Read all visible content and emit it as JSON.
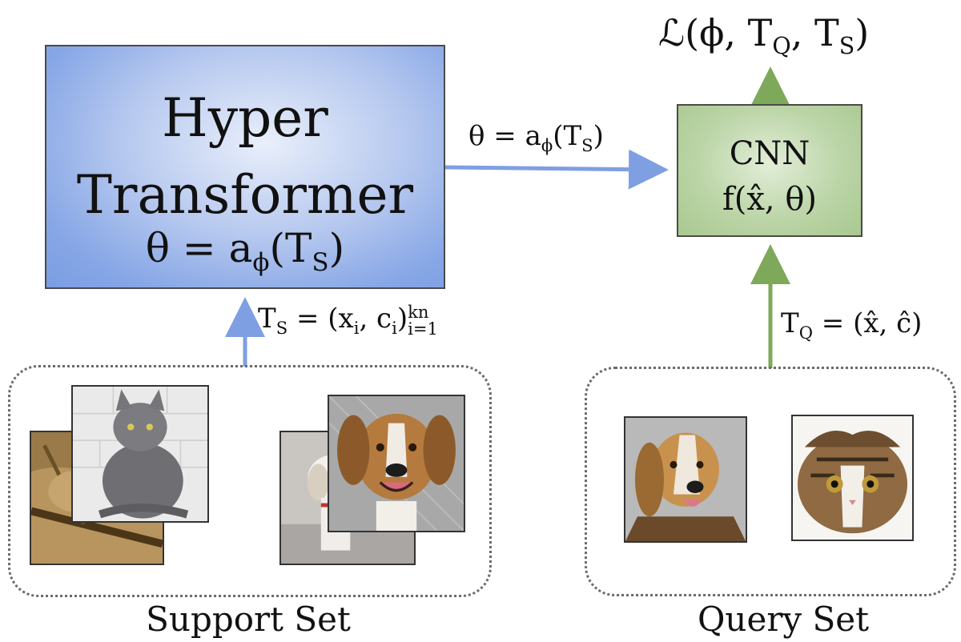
{
  "hypertransformer": {
    "title_line1": "Hyper",
    "title_line2": "Transformer",
    "equation": "θ = a_ϕ(T_S)"
  },
  "cnn": {
    "title": "CNN",
    "equation": "f(x̂, θ)"
  },
  "formulas": {
    "loss": "ℒ(ϕ, T_Q, T_S)",
    "weights_arrow": "θ = a_ϕ(T_S)",
    "support_input": "T_S = (x_i, c_i)_{i=1}^{kn}",
    "query_input": "T_Q = (x̂, ĉ)"
  },
  "sets": {
    "support_label": "Support Set",
    "query_label": "Query Set"
  },
  "photos": {
    "support": [
      "tabby-cat",
      "grey-kitten",
      "white-puppy",
      "hound-dog"
    ],
    "query": [
      "beagle",
      "fold-cat"
    ]
  },
  "colors": {
    "transformer_blue": "#7b9de3",
    "cnn_green": "#a9c88f",
    "blue_arrow": "#7f9fe3",
    "green_arrow": "#7ea85a"
  }
}
